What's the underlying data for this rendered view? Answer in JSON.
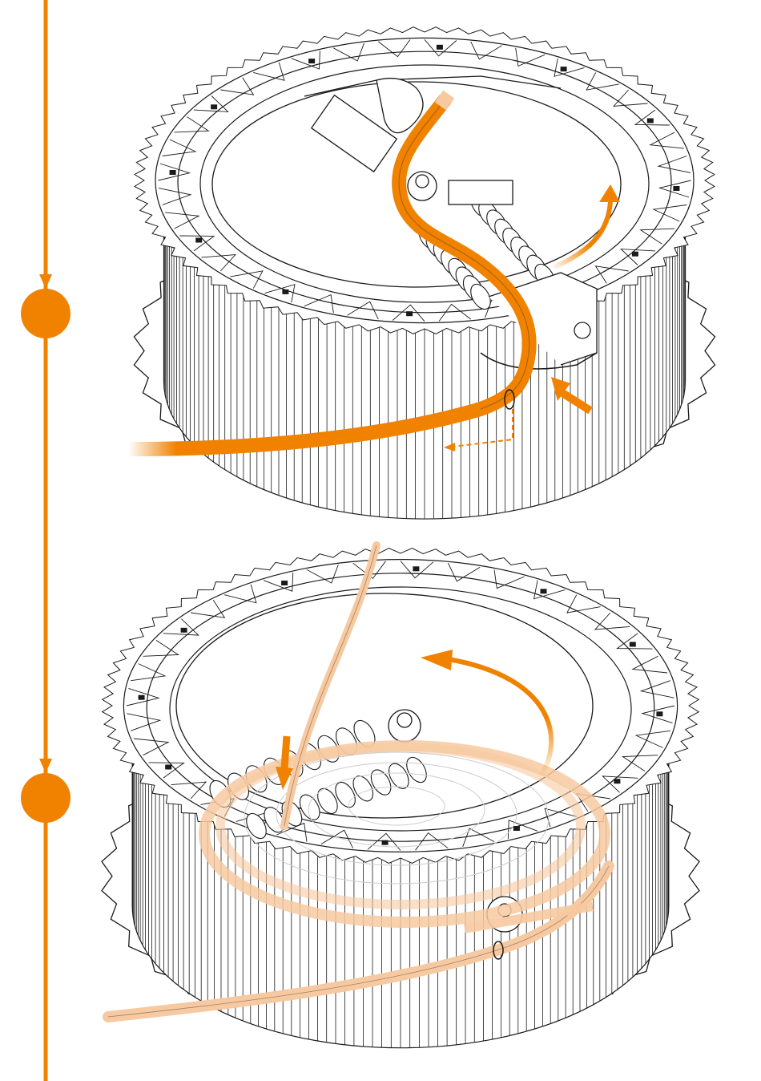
{
  "colors": {
    "accent": "#F08200",
    "accent_light": "#F7C9A0",
    "line": "#1a1a1a",
    "fill": "#ffffff"
  },
  "timeline": {
    "steps": [
      {
        "icon": "step-dot"
      },
      {
        "icon": "step-dot"
      }
    ]
  },
  "steps": [
    {
      "icons": [
        "gear-ring-icon",
        "filament-tube-icon",
        "rotate-arrow-icon",
        "push-arrow-icon",
        "dashed-route-arrow-icon"
      ],
      "tube_state": "highlighted"
    },
    {
      "icons": [
        "gear-ring-icon",
        "filament-tube-icon",
        "rotate-arrow-icon",
        "down-arrow-icon",
        "spool-coil-icon"
      ],
      "tube_state": "faded"
    }
  ]
}
